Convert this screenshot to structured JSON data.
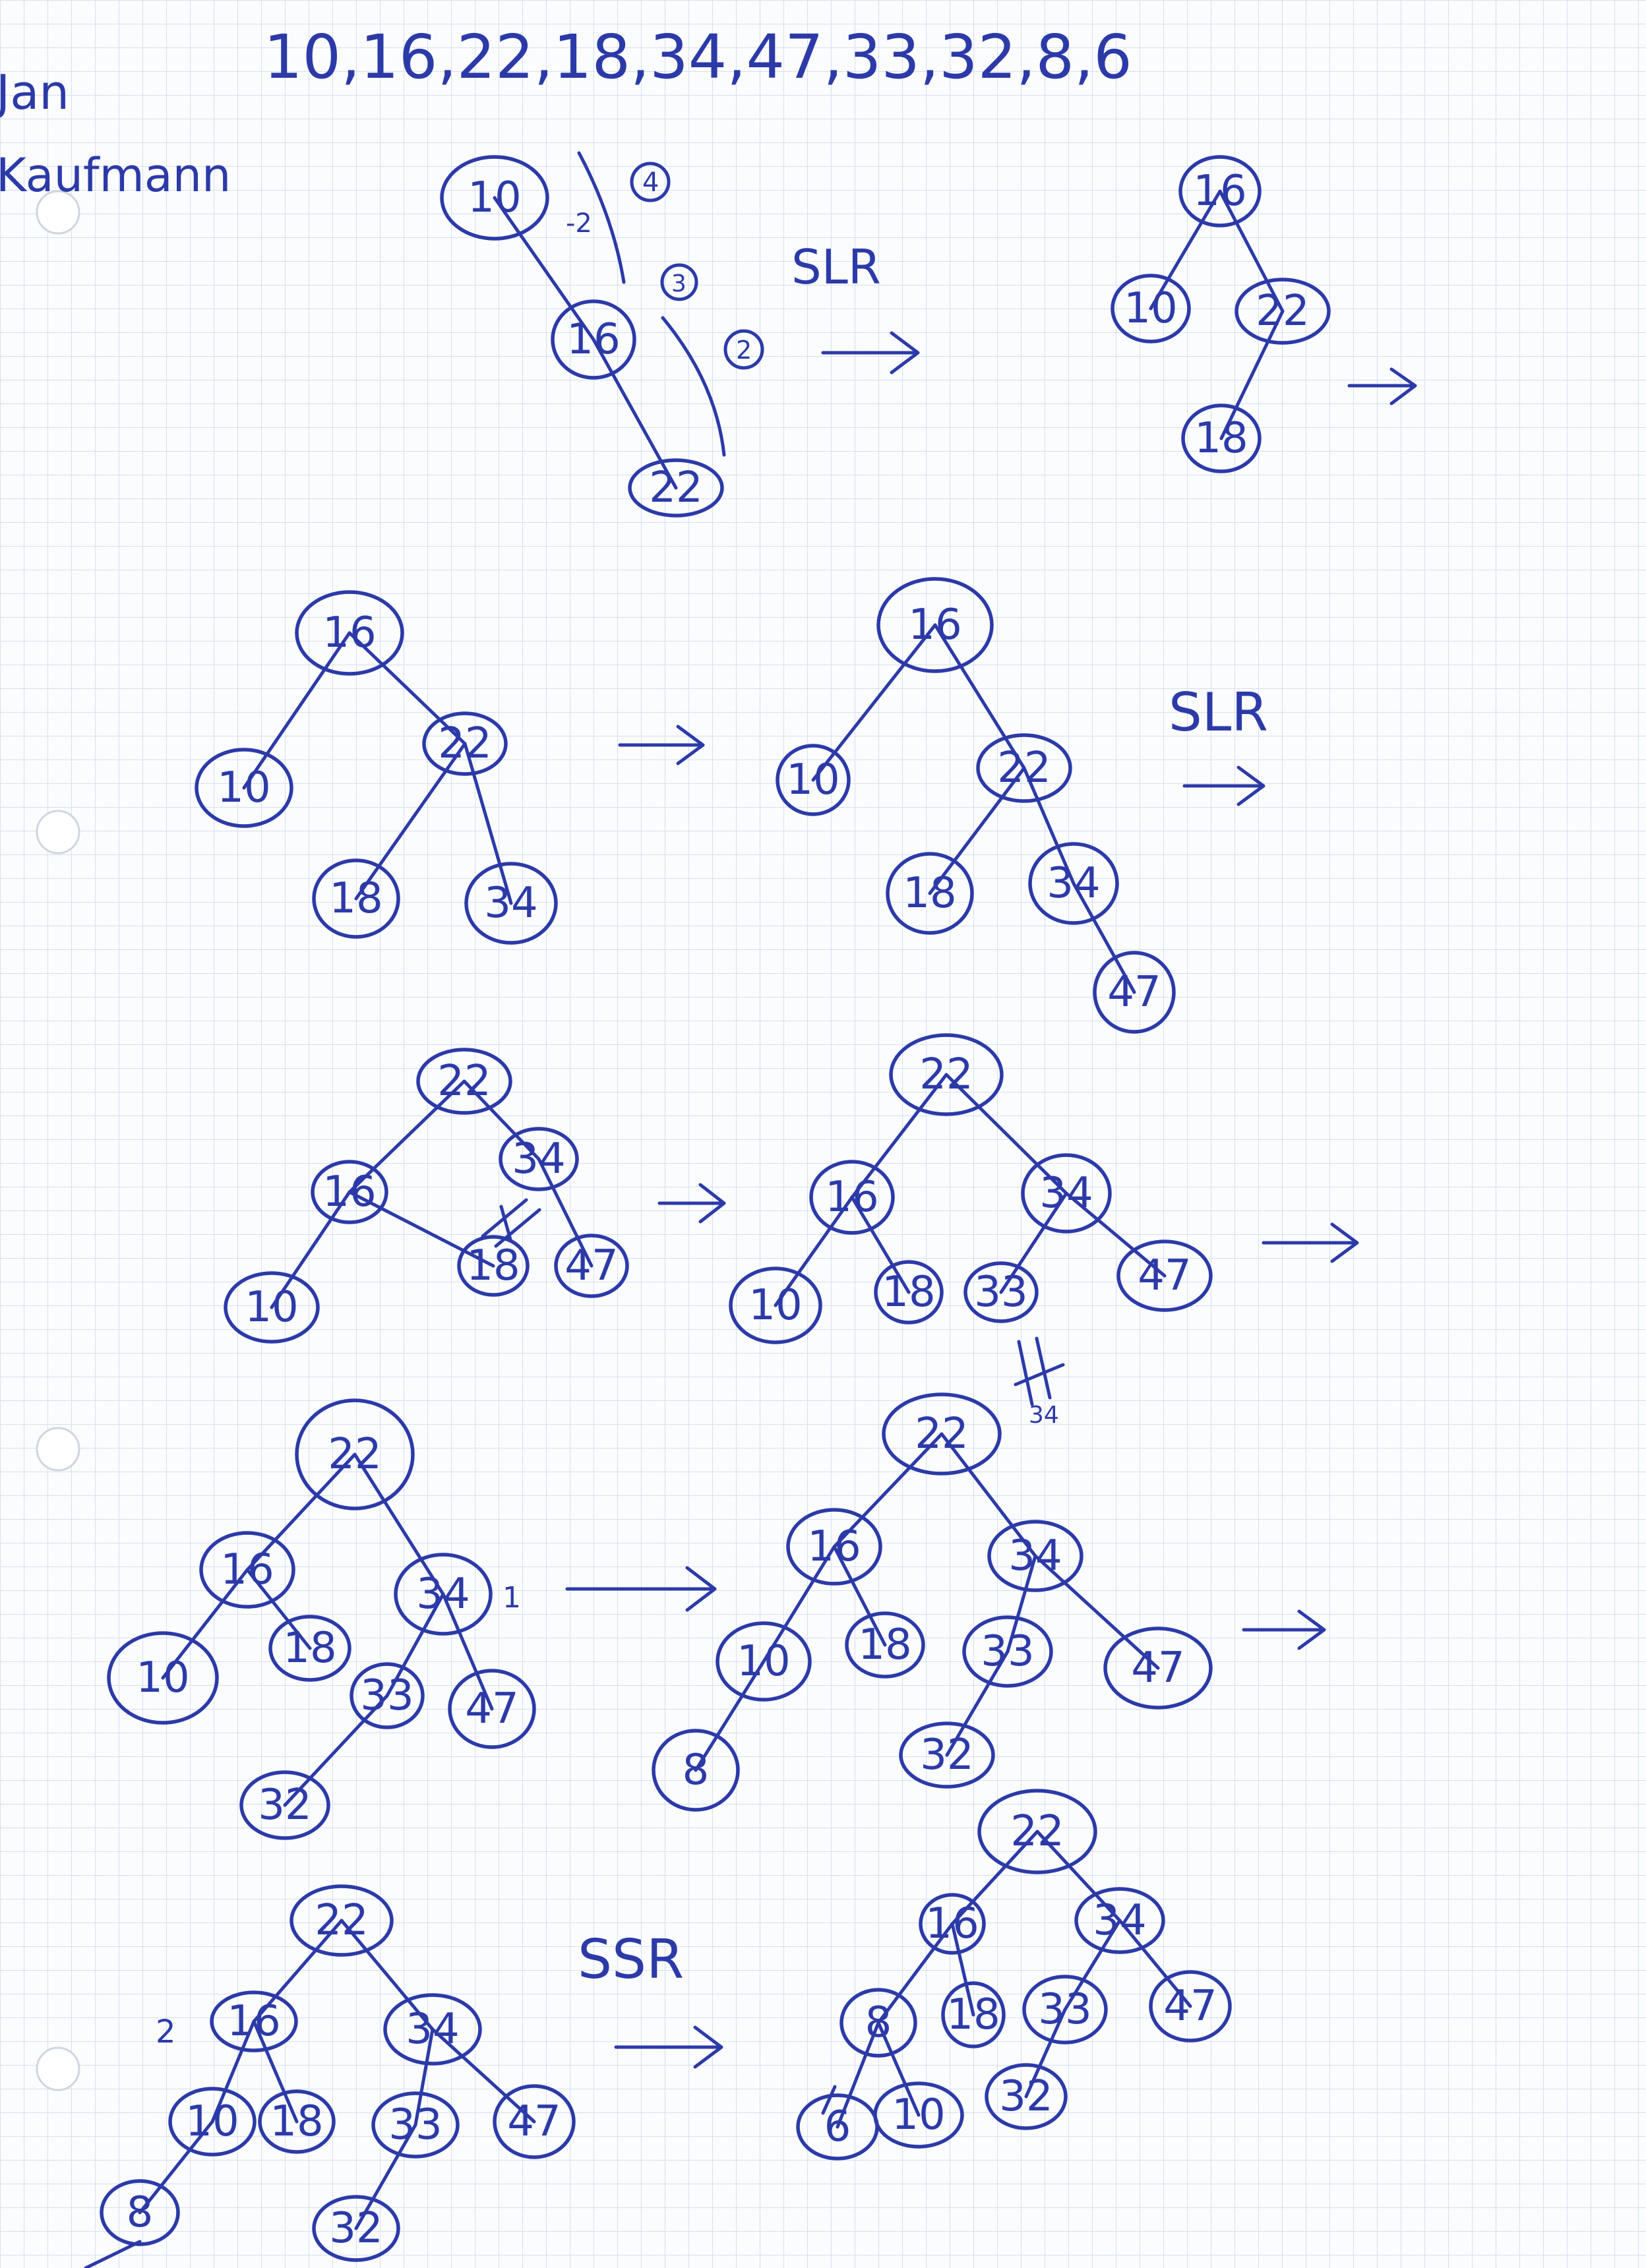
{
  "author": {
    "first": "Jan",
    "last": "Kaufmann"
  },
  "sequence": "10,16,22,18,34,47,33,32,8,6",
  "annotations": {
    "bf_root": "-2",
    "step_4": "4",
    "step_3": "3",
    "step_2": "2",
    "rot1": "SLR",
    "rot2": "SLR",
    "bf_34": "1",
    "rot3": "SSR",
    "bf_16": "2"
  },
  "trees": [
    {
      "id": "t1",
      "nodes": [
        "10",
        "16",
        "22"
      ]
    },
    {
      "id": "t2",
      "nodes": [
        "16",
        "10",
        "22",
        "18"
      ]
    },
    {
      "id": "t3",
      "nodes": [
        "16",
        "10",
        "22",
        "18",
        "34"
      ]
    },
    {
      "id": "t4",
      "nodes": [
        "16",
        "10",
        "22",
        "18",
        "34",
        "47"
      ]
    },
    {
      "id": "t5",
      "nodes": [
        "22",
        "16",
        "34",
        "10",
        "18",
        "47"
      ]
    },
    {
      "id": "t6",
      "nodes": [
        "22",
        "16",
        "34",
        "10",
        "18",
        "33",
        "47"
      ]
    },
    {
      "id": "t7",
      "nodes": [
        "22",
        "16",
        "34",
        "10",
        "18",
        "33",
        "47",
        "32"
      ]
    },
    {
      "id": "t8",
      "nodes": [
        "22",
        "16",
        "34",
        "10",
        "18",
        "33",
        "47",
        "8",
        "32"
      ]
    },
    {
      "id": "t9",
      "nodes": [
        "22",
        "16",
        "34",
        "10",
        "18",
        "33",
        "47",
        "8",
        "32"
      ]
    },
    {
      "id": "t10",
      "nodes": [
        "22",
        "16",
        "34",
        "8",
        "18",
        "33",
        "47",
        "6",
        "10",
        "32"
      ]
    }
  ]
}
